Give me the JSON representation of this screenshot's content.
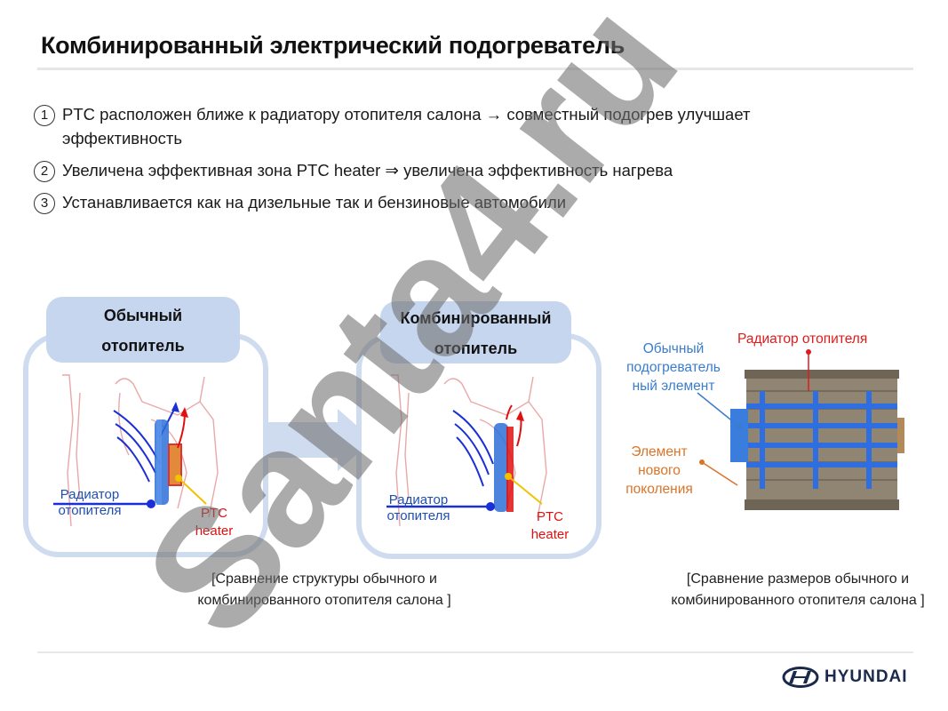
{
  "title": "Комбинированный электрический подогреватель",
  "bullets": [
    {
      "num": "1",
      "line1": "PTC расположен ближе к радиатору отопителя салона → совместный подогрев улучшает",
      "line2": "эффективность"
    },
    {
      "num": "2",
      "text": "Увеличена эффективная зона PTC heater ⇒ увеличена эффективность нагрева"
    },
    {
      "num": "3",
      "text": "Устанавливается как на дизельные так и бензиновые автомобили"
    }
  ],
  "left_panel": {
    "tag_line1": "Обычный",
    "tag_line2": "отопитель",
    "radiator_line1": "Радиатор",
    "radiator_line2": "отопителя",
    "ptc_line1": "PTC",
    "ptc_line2": "heater"
  },
  "mid_panel": {
    "tag_line1": "Комбинированный",
    "tag_line2": "отопитель",
    "radiator_line1": "Радиатор",
    "radiator_line2": "отопителя",
    "ptc_line1": "PTC",
    "ptc_line2": "heater"
  },
  "right_panel": {
    "label_heater_line1": "Обычный",
    "label_heater_line2": "подогреватель",
    "label_heater_line3": "ный элемент",
    "label_radiator": "Радиатор отопителя",
    "label_new_line1": "Элемент",
    "label_new_line2": "нового",
    "label_new_line3": "поколения"
  },
  "caption_left_line1": "[Сравнение структуры обычного и",
  "caption_left_line2": "комбинированного отопителя салона ]",
  "caption_right_line1": "[Сравнение размеров обычного и",
  "caption_right_line2": "комбинированного отопителя салона ]",
  "watermark": "Santa4.ru",
  "brand": "HYUNDAI",
  "colors": {
    "accent_blue": "#1f4fb3",
    "accent_red": "#e01010",
    "frame": "#cfdcef",
    "tag": "#c6d6ef"
  }
}
